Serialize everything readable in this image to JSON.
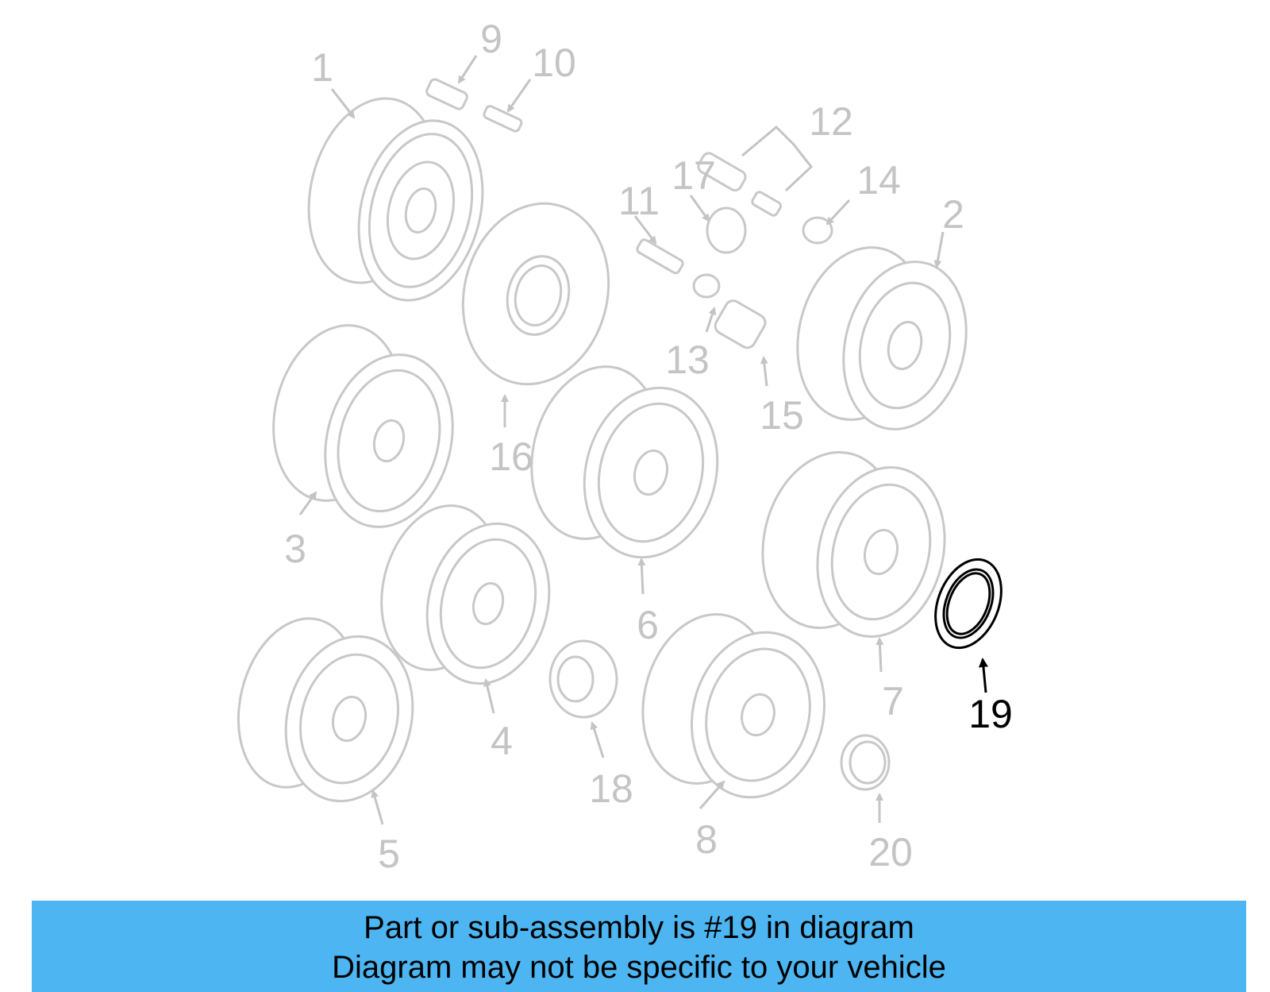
{
  "colors": {
    "faint": "#c4c4c4",
    "active": "#000000",
    "banner": "#4db6f2"
  },
  "callouts": [
    "1",
    "2",
    "3",
    "4",
    "5",
    "6",
    "7",
    "8",
    "9",
    "10",
    "11",
    "12",
    "13",
    "14",
    "15",
    "16",
    "17",
    "18",
    "19",
    "20"
  ],
  "highlighted_part": "19",
  "banner": {
    "line1": "Part or sub-assembly is #19 in diagram",
    "line2": "Diagram may not be specific to your vehicle"
  }
}
